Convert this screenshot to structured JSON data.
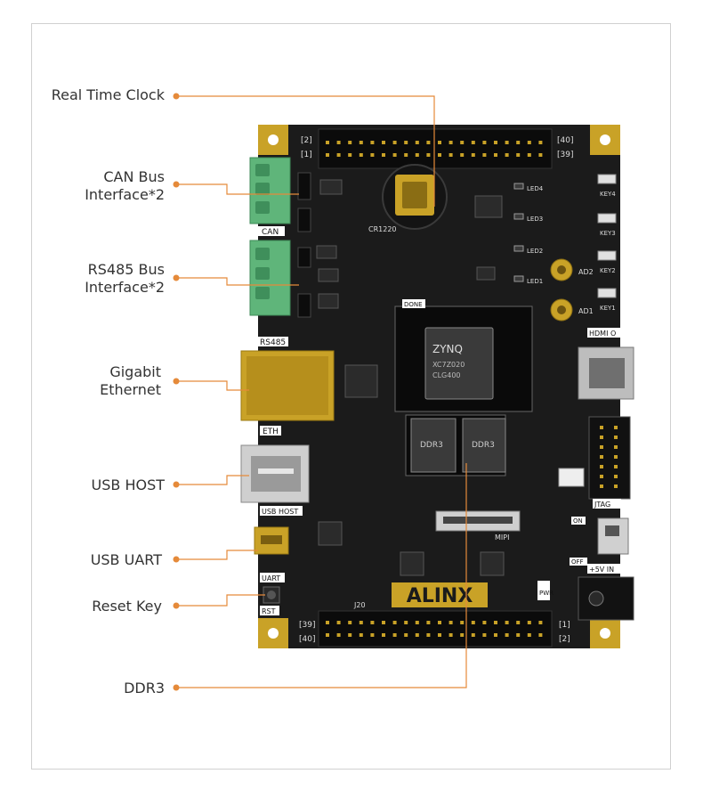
{
  "colors": {
    "accent": "#e58a3a",
    "board": "#1b1b1b",
    "gold": "#c9a227",
    "terminal_green": "#5fb57a"
  },
  "callouts": [
    {
      "id": "rtc",
      "text": "Real Time Clock"
    },
    {
      "id": "can",
      "text": "CAN Bus\nInterface*2"
    },
    {
      "id": "rs485",
      "text": "RS485 Bus\nInterface*2"
    },
    {
      "id": "eth",
      "text": "Gigabit\nEthernet"
    },
    {
      "id": "usbhost",
      "text": "USB HOST"
    },
    {
      "id": "usbuart",
      "text": "USB UART"
    },
    {
      "id": "reset",
      "text": "Reset Key"
    },
    {
      "id": "ddr3",
      "text": "DDR3"
    }
  ],
  "board": {
    "brand": "ALINX",
    "fpga_lines": [
      "ZYNQ",
      "XC7Z020",
      "CLG400"
    ],
    "ddr_chip_text": "DDR3",
    "silkscreen": {
      "can": "CAN",
      "rs485": "RS485",
      "eth": "ETH",
      "usb_host": "USB HOST",
      "uart": "UART",
      "rst": "RST",
      "hdmi": "HDMI O",
      "jtag": "JTAG",
      "mipi": "MIPI",
      "pwr": "PWR",
      "power_in": "+5V IN",
      "on": "ON",
      "off": "OFF",
      "done": "DONE",
      "cr1220": "CR1220",
      "ad1": "AD1",
      "ad2": "AD2",
      "key1": "KEY1",
      "key2": "KEY2",
      "key3": "KEY3",
      "key4": "KEY4",
      "led1": "LED1",
      "led2": "LED2",
      "led3": "LED3",
      "led4": "LED4",
      "j20": "J20",
      "pin_top_left": "[2]",
      "pin_top_left2": "[1]",
      "pin_top_right": "[40]",
      "pin_top_right2": "[39]",
      "pin_bot_left": "[39]",
      "pin_bot_left2": "[40]",
      "pin_bot_right": "[1]",
      "pin_bot_right2": "[2]"
    }
  }
}
